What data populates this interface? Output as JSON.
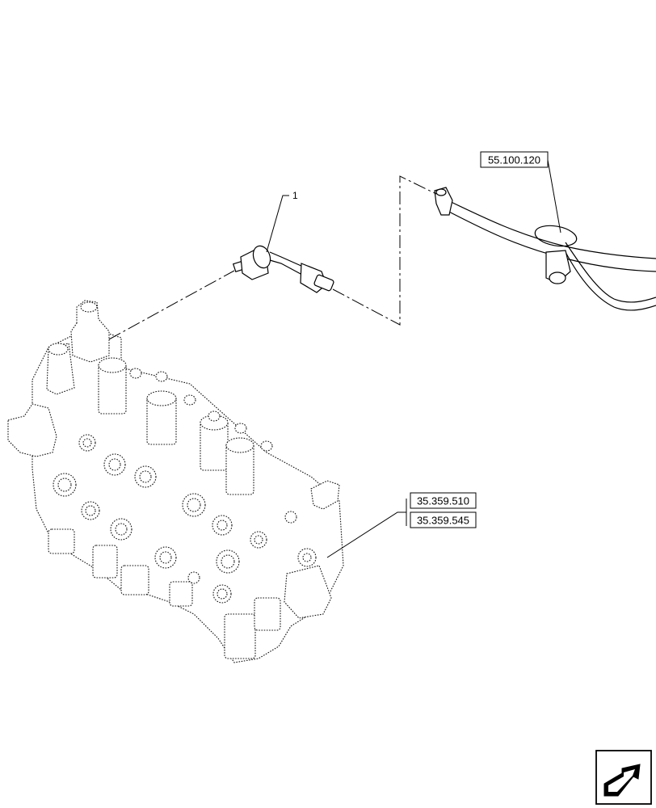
{
  "callouts": {
    "item_1": "1"
  },
  "references": {
    "harness_ref": "55.100.120",
    "valve_ref_1": "35.359.510",
    "valve_ref_2": "35.359.545"
  },
  "icons": {
    "next_page": "next-page-arrow-icon"
  }
}
